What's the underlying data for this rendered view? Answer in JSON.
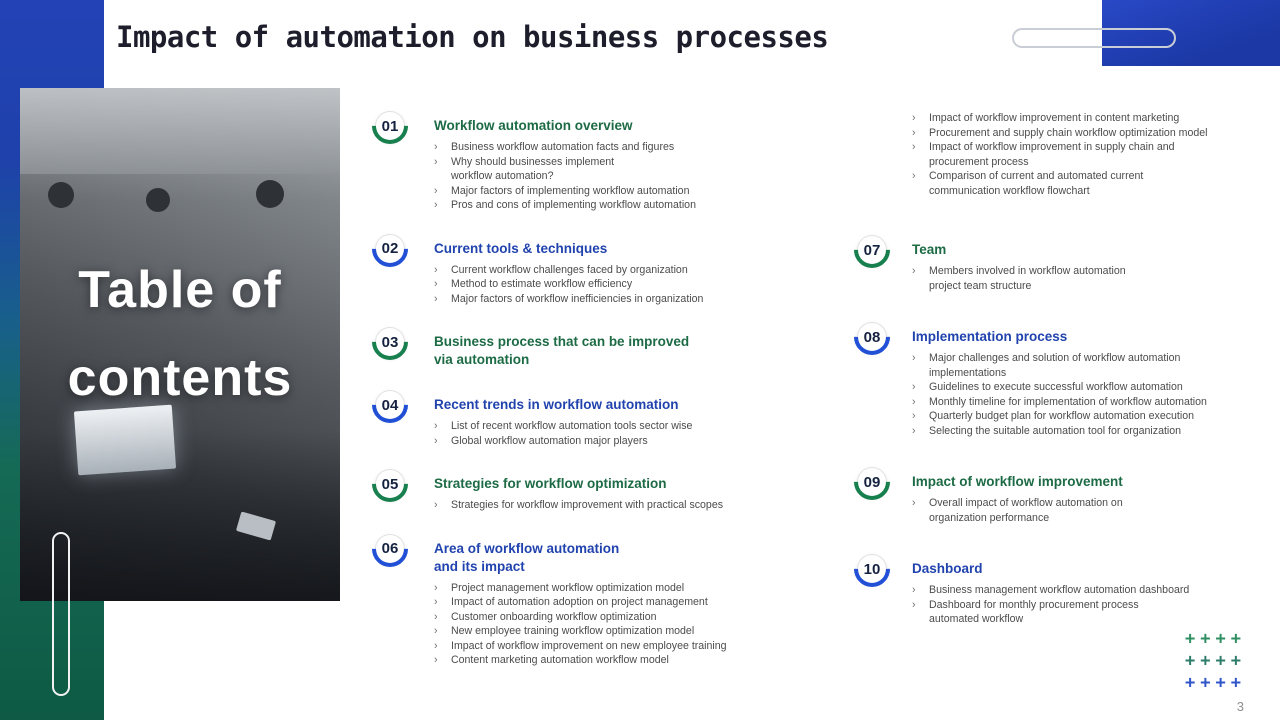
{
  "slide": {
    "title": "Impact of automation on business processes",
    "page_number": "3",
    "hero": {
      "line1": "Table of",
      "line2": "contents"
    }
  },
  "glyphs": {
    "chevron": "›",
    "plus_row": "++++"
  },
  "colors": {
    "accent_green": "#17804e",
    "accent_blue": "#2150d6",
    "heading_green": "#1d6b45",
    "heading_blue": "#2143ae",
    "strip_top_blue": "#2342b6",
    "strip_bottom_green": "#0e5a44",
    "title_color": "#1d1d2b"
  },
  "toc": {
    "left_sections": [
      {
        "num": "01",
        "color": "green",
        "title_lines": [
          "Workflow automation overview"
        ],
        "bullets": [
          "Business workflow automation facts and figures",
          "Why should businesses implement\nworkflow automation?",
          "Major factors of implementing workflow automation",
          "Pros and cons of implementing workflow automation"
        ]
      },
      {
        "num": "02",
        "color": "blue",
        "title_lines": [
          "Current tools & techniques"
        ],
        "bullets": [
          "Current workflow challenges faced by organization",
          "Method to estimate workflow efficiency",
          "Major factors of workflow inefficiencies in organization"
        ]
      },
      {
        "num": "03",
        "color": "green",
        "title_lines": [
          "Business process that can be improved",
          "via automation"
        ],
        "bullets": []
      },
      {
        "num": "04",
        "color": "blue",
        "title_lines": [
          "Recent trends in workflow automation"
        ],
        "bullets": [
          "List of recent workflow automation tools sector wise",
          "Global workflow automation major players"
        ]
      },
      {
        "num": "05",
        "color": "green",
        "title_lines": [
          "Strategies for workflow optimization"
        ],
        "bullets": [
          "Strategies for workflow improvement with practical scopes"
        ]
      },
      {
        "num": "06",
        "color": "blue",
        "title_lines": [
          "Area of workflow automation",
          "and its impact"
        ],
        "bullets": [
          "Project management workflow optimization model",
          "Impact of automation adoption on project management",
          "Customer onboarding workflow optimization",
          "New employee training workflow optimization model",
          "Impact of workflow improvement on new employee training",
          "Content marketing automation workflow model"
        ]
      }
    ],
    "right_intro_bullets": [
      "Impact of workflow improvement in content marketing",
      "Procurement and supply chain workflow optimization model",
      "Impact of workflow improvement in supply chain and\nprocurement process",
      "Comparison of current and automated current\ncommunication workflow flowchart"
    ],
    "right_sections": [
      {
        "num": "07",
        "color": "green",
        "title_lines": [
          "Team"
        ],
        "bullets": [
          "Members involved in workflow automation\nproject team structure"
        ]
      },
      {
        "num": "08",
        "color": "blue",
        "title_lines": [
          "Implementation process"
        ],
        "bullets": [
          "Major challenges and solution of workflow automation\nimplementations",
          "Guidelines to execute successful workflow automation",
          "Monthly timeline for implementation of workflow automation",
          "Quarterly budget plan for workflow automation execution",
          "Selecting the suitable automation tool for organization"
        ]
      },
      {
        "num": "09",
        "color": "green",
        "title_lines": [
          "Impact of workflow improvement"
        ],
        "bullets": [
          "Overall impact of workflow automation on\norganization performance"
        ]
      },
      {
        "num": "10",
        "color": "blue",
        "title_lines": [
          "Dashboard"
        ],
        "bullets": [
          "Business management workflow automation dashboard",
          "Dashboard for monthly procurement process\nautomated workflow"
        ]
      }
    ]
  },
  "decor": {
    "plus_rows": [
      {
        "text": "++++",
        "color": "green"
      },
      {
        "text": "++++",
        "color": "teal"
      },
      {
        "text": "++++",
        "color": "blue"
      }
    ]
  }
}
